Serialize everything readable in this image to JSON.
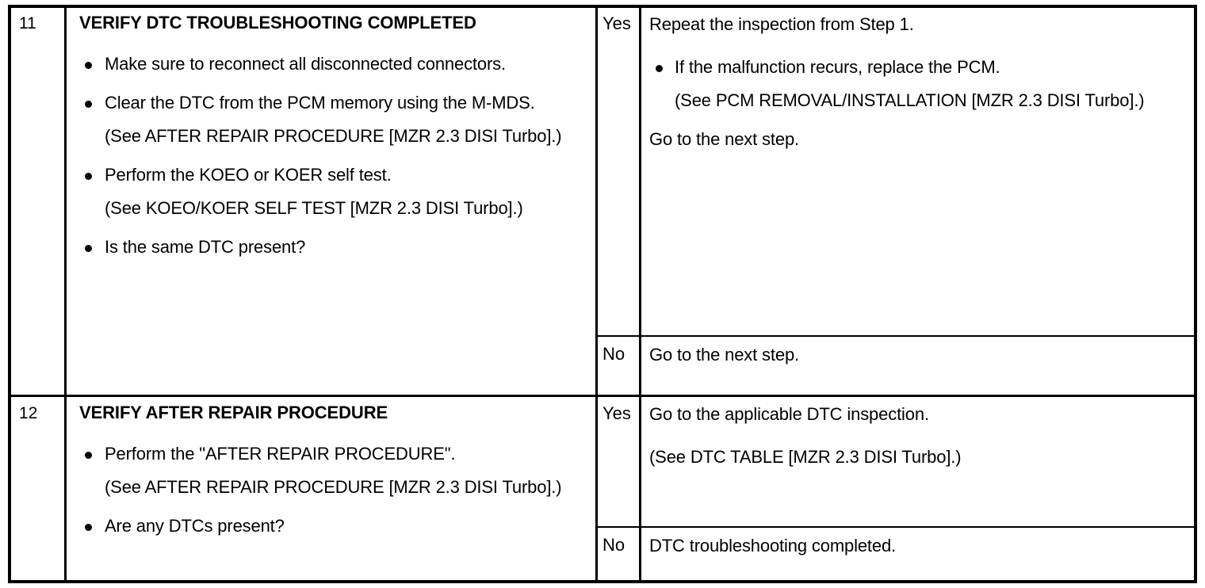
{
  "table": {
    "columns": [
      "step_no",
      "action_and_heading",
      "yes_no",
      "result"
    ],
    "rows": [
      {
        "step_no": "11",
        "heading": "VERIFY DTC TROUBLESHOOTING COMPLETED",
        "bullets": [
          {
            "text": "Make sure to reconnect all disconnected connectors."
          },
          {
            "text": "Clear the DTC from the PCM memory using the M-MDS.",
            "note": "(See AFTER REPAIR PROCEDURE [MZR 2.3 DISI Turbo].)"
          },
          {
            "text": "Perform the KOEO or KOER self test.",
            "note": "(See KOEO/KOER SELF TEST [MZR 2.3 DISI Turbo].)"
          },
          {
            "text": "Is the same DTC present?"
          }
        ],
        "yes": {
          "label": "Yes",
          "lead": "Repeat the inspection from Step 1.",
          "bullets": [
            {
              "text": "If the malfunction recurs, replace the PCM.",
              "note": "(See PCM REMOVAL/INSTALLATION [MZR 2.3 DISI Turbo].)"
            }
          ],
          "tail": "Go to the next step."
        },
        "no": {
          "label": "No",
          "lead": "Go to the next step."
        }
      },
      {
        "step_no": "12",
        "heading": "VERIFY AFTER REPAIR PROCEDURE",
        "bullets": [
          {
            "text": "Perform the \"AFTER REPAIR PROCEDURE\".",
            "note": "(See AFTER REPAIR PROCEDURE [MZR 2.3 DISI Turbo].)"
          },
          {
            "text": "Are any DTCs present?"
          }
        ],
        "yes": {
          "label": "Yes",
          "lead": "Go to the applicable DTC inspection.",
          "note": "(See DTC TABLE [MZR 2.3 DISI Turbo].)"
        },
        "no": {
          "label": "No",
          "lead": "DTC troubleshooting completed."
        }
      }
    ]
  }
}
